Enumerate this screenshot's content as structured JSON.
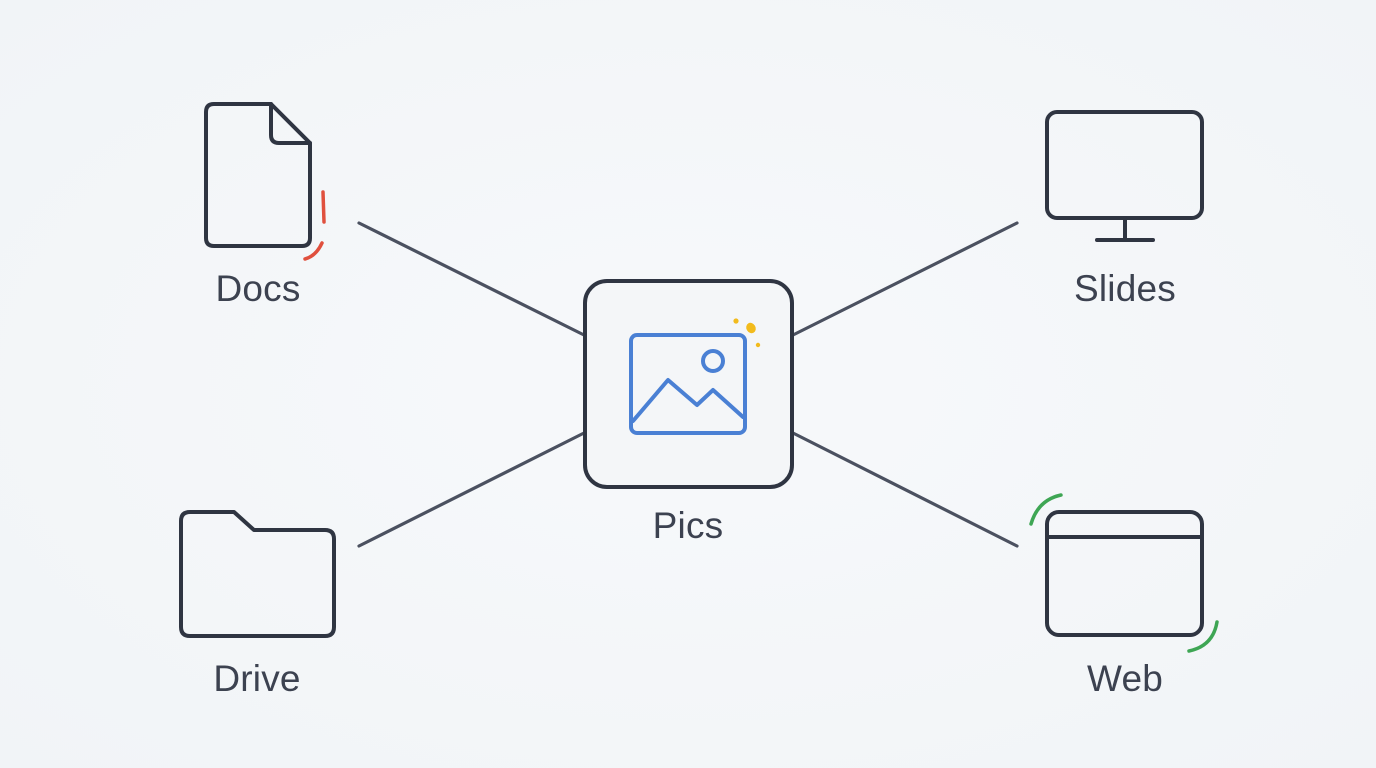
{
  "nodes": {
    "center": {
      "label": "Pics",
      "icon": "image-icon"
    },
    "docs": {
      "label": "Docs",
      "icon": "document-icon"
    },
    "slides": {
      "label": "Slides",
      "icon": "monitor-icon"
    },
    "drive": {
      "label": "Drive",
      "icon": "folder-icon"
    },
    "web": {
      "label": "Web",
      "icon": "browser-window-icon"
    }
  },
  "colors": {
    "background": "#f3f6f9",
    "stroke": "#2f3542",
    "connector": "#4b5160",
    "label": "#3c4250",
    "image_accent": "#4a80d4",
    "sparkle": "#f2bb1d",
    "docs_accent": "#e0503e",
    "web_accent": "#3ea654"
  }
}
